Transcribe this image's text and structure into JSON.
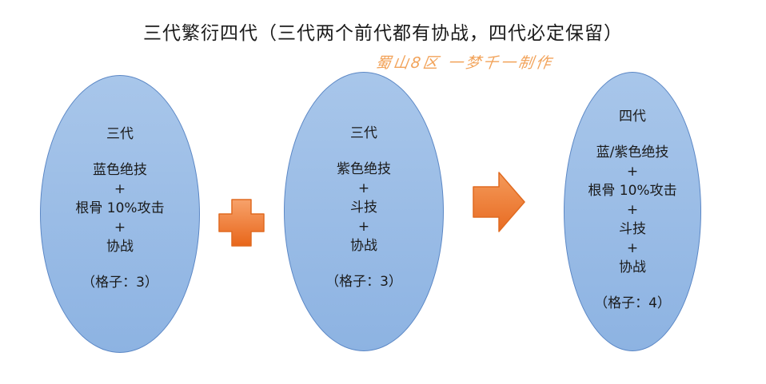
{
  "title": "三代繁衍四代（三代两个前代都有协战，四代必定保留）",
  "watermark": "蜀山8区 一梦千一制作",
  "left_parent": {
    "heading": "三代",
    "lines": [
      "蓝色绝技",
      "+",
      "根骨 10%攻击",
      "+",
      "协战"
    ],
    "slots": "（格子：3）"
  },
  "right_parent": {
    "heading": "三代",
    "lines": [
      "紫色绝技",
      "+",
      "斗技",
      "+",
      "协战"
    ],
    "slots": "（格子：3）"
  },
  "result": {
    "heading": "四代",
    "lines": [
      "蓝/紫色绝技",
      "+",
      "根骨 10%攻击",
      "+",
      "斗技",
      "+",
      "协战"
    ],
    "slots": "（格子：4）"
  },
  "colors": {
    "oval_fill": "#9dbde6",
    "oval_border": "#5b87c5",
    "plus_fill": "#ee7628",
    "arrow_fill": "#ee7e32",
    "watermark": "#f2a35a"
  }
}
